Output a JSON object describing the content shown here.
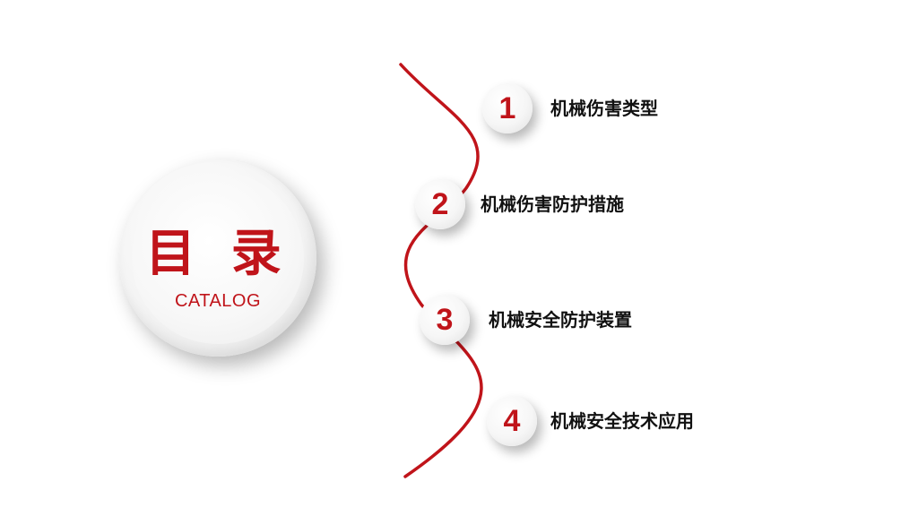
{
  "toc": {
    "title": "目 录",
    "subtitle": "CATALOG"
  },
  "items": [
    {
      "number": "1",
      "label": "机械伤害类型"
    },
    {
      "number": "2",
      "label": "机械伤害防护措施"
    },
    {
      "number": "3",
      "label": "机械安全防护装置"
    },
    {
      "number": "4",
      "label": "机械安全技术应用"
    }
  ],
  "colors": {
    "accent": "#c0141a",
    "text": "#111111",
    "background": "#ffffff"
  }
}
